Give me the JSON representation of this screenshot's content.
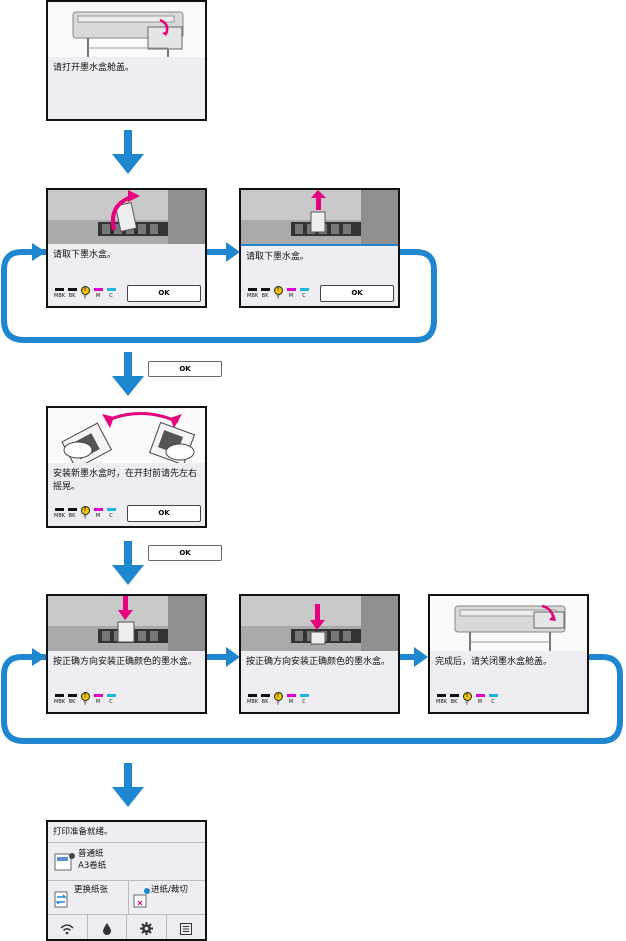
{
  "colors": {
    "flow": "#1e87d0",
    "magenta_arrow": "#e6007e"
  },
  "ink_labels": [
    "MBK",
    "BK",
    "Y",
    "M",
    "C"
  ],
  "ink_colors": [
    "#111111",
    "#111111",
    "#f1c500",
    "#e000d0",
    "#19b7e0"
  ],
  "ink_warning_symbol": "!",
  "screens": {
    "open_cover": {
      "message": "请打开墨水盒舱盖。"
    },
    "remove_1": {
      "message": "请取下墨水盒。",
      "ok": "OK"
    },
    "remove_2": {
      "message": "请取下墨水盒。",
      "ok": "OK"
    },
    "shake": {
      "message": "安装新墨水盒时，在开封前请先左右摇晃。",
      "ok": "OK"
    },
    "install_1": {
      "message": "按正确方向安装正确颜色的墨水盒。"
    },
    "install_2": {
      "message": "按正确方向安装正确颜色的墨水盒。"
    },
    "close_cover": {
      "message": "完成后，请关闭墨水盒舱盖。"
    },
    "home": {
      "status": "打印准备就绪。",
      "paper_type": "普通纸",
      "paper_size": "A3卷纸",
      "change_paper": "更换纸张",
      "feed_cut": "进纸/裁切",
      "icons": [
        "wifi-icon",
        "ink-drop-icon",
        "gear-icon",
        "list-icon"
      ]
    }
  },
  "side_buttons": {
    "ok_1": "OK",
    "ok_2": "OK"
  }
}
